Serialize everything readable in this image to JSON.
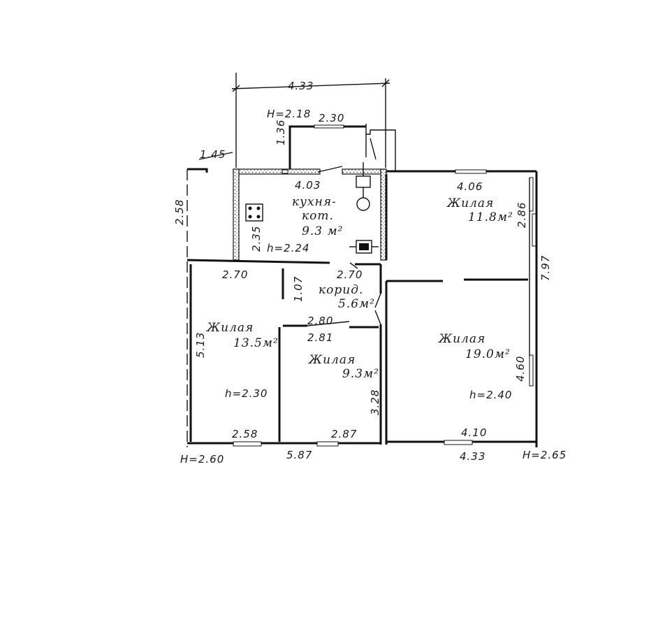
{
  "dimensions": {
    "top_width": "4.33",
    "porch_height": "H=2.18",
    "porch_width": "2.30",
    "porch_depth": "1.36",
    "annex_width": "1.45",
    "annex_depth": "2.58",
    "kitchen_width": "4.03",
    "kitchen_depth": "2.35",
    "kitchen_ceiling": "h=2.24",
    "bedroom_ne_width": "4.06",
    "bedroom_ne_depth": "2.86",
    "east_total": "7.97",
    "west_room_top": "2.70",
    "corridor_width": "2.70",
    "closet_depth": "1.07",
    "west_room_depth": "5.13",
    "mid_room_top_a": "2.80",
    "mid_room_top_b": "2.81",
    "mid_room_depth": "3.28",
    "west_room_ceiling": "h=2.30",
    "east_room_ceiling": "h=2.40",
    "east_room_depth": "4.60",
    "west_room_bottom": "2.58",
    "mid_room_bottom": "2.87",
    "east_room_bottom": "4.10",
    "south_total_west": "5.87",
    "south_total_east": "4.33",
    "corner_height_sw": "H=2.60",
    "corner_height_se": "H=2.65"
  },
  "rooms": {
    "kitchen_name": "кухня-",
    "kitchen_name2": "кот.",
    "kitchen_area": "9.3 м²",
    "corridor_name": "корид.",
    "corridor_area": "5.6м²",
    "west_name": "Жилая",
    "west_area": "13.5м²",
    "mid_name": "Жилая",
    "mid_area": "9.3м²",
    "ne_name": "Жилая",
    "ne_area": "11.8м²",
    "se_name": "Жилая",
    "se_area": "19.0м²"
  }
}
